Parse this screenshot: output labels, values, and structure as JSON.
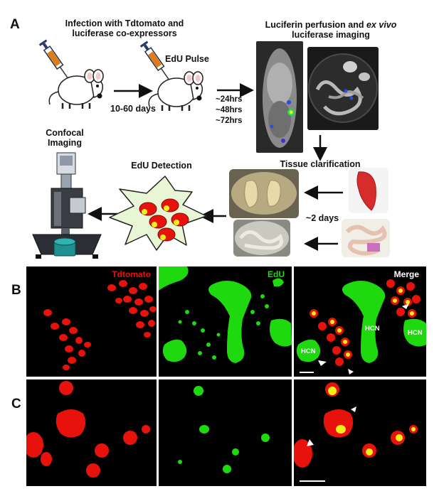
{
  "panels": {
    "a": "A",
    "b": "B",
    "c": "C"
  },
  "schematic": {
    "step1_line1": "Infection with Tdtomato and",
    "step1_line2": "luciferase co-expressors",
    "step2": "EdU Pulse",
    "interval1": "10-60 days",
    "timepoints": [
      "~24hrs",
      "~48hrs",
      "~72hrs"
    ],
    "step3_line1_pre": "Luciferin perfusion and ",
    "step3_line1_em": "ex vivo",
    "step3_line2": "luciferase imaging",
    "step4": "Tissue clarification",
    "interval2": "~2 days",
    "step5": "EdU Detection",
    "step6_line1": "Confocal",
    "step6_line2": "Imaging"
  },
  "micrograph_labels": {
    "tdtomato": "Tdtomato",
    "edu": "EdU",
    "merge": "Merge",
    "hcn": "HCN"
  },
  "colors": {
    "tdtomato": "#e8120c",
    "edu": "#1fd90f",
    "merge_overlap": "#f2ef1a",
    "syringe_liquid": "#e07b18",
    "cell_body": "#e9f6d6"
  }
}
